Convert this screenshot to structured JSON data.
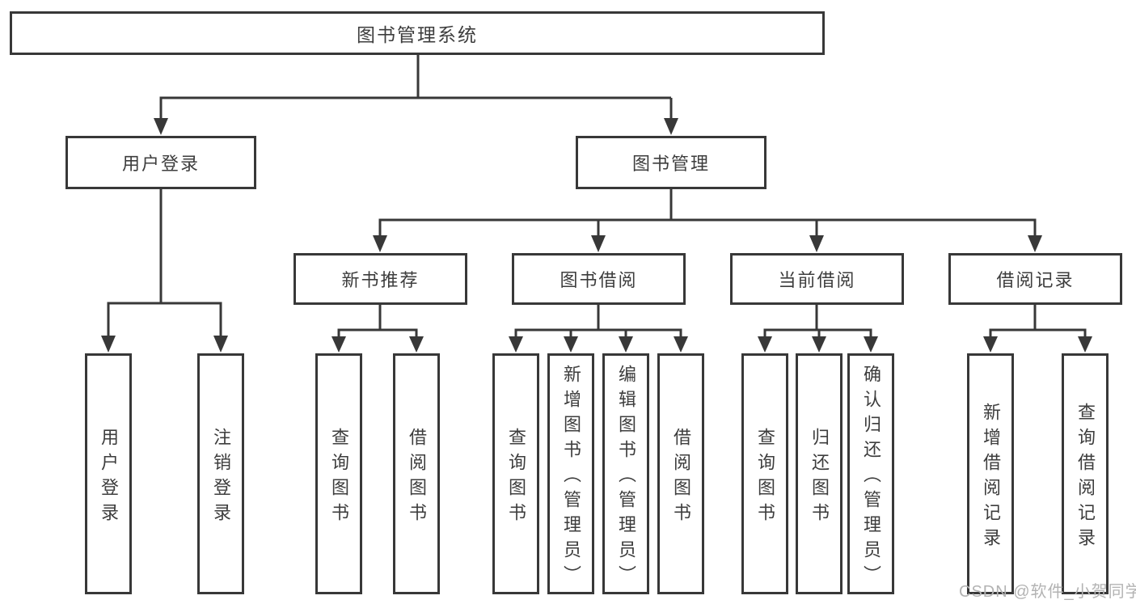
{
  "title": "图书管理系统",
  "watermark": {
    "text": "CSDN @软件_小贺同学"
  },
  "colors": {
    "line": "#383838",
    "text": "#3d3d3d",
    "box_background": "#ffffff",
    "watermark": "#b3b3b3"
  },
  "tree": {
    "label": "图书管理系统",
    "children": [
      {
        "label": "用户登录",
        "children": [
          {
            "label": "用户登录"
          },
          {
            "label": "注销登录"
          }
        ]
      },
      {
        "label": "图书管理",
        "children": [
          {
            "label": "新书推荐",
            "children": [
              {
                "label": "查询图书"
              },
              {
                "label": "借阅图书"
              }
            ]
          },
          {
            "label": "图书借阅",
            "children": [
              {
                "label": "查询图书"
              },
              {
                "label": "新增图书（管理员）"
              },
              {
                "label": "编辑图书（管理员）"
              },
              {
                "label": "借阅图书"
              }
            ]
          },
          {
            "label": "当前借阅",
            "children": [
              {
                "label": "查询图书"
              },
              {
                "label": "归还图书"
              },
              {
                "label": "确认归还（管理员）"
              }
            ]
          },
          {
            "label": "借阅记录",
            "children": [
              {
                "label": "新增借阅记录"
              },
              {
                "label": "查询借阅记录"
              }
            ]
          }
        ]
      }
    ]
  }
}
